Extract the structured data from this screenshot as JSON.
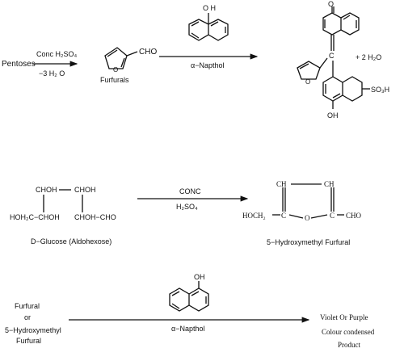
{
  "reaction1": {
    "reactant": "Pentoses",
    "reagent_top": "Conc H₂SO₄",
    "reagent_bottom": "−3 H₂ O",
    "intermediate_label": "Furfurals",
    "intermediate_group": "CHO",
    "second_reagent": "α−Napthol",
    "naphthol_oh": "O H",
    "product_ketone": "O",
    "product_carbon": "C",
    "product_oh": "OH",
    "product_sulfonate": "SO₃H",
    "byproduct": "+ 2 H₂O",
    "furan_o": "O"
  },
  "reaction2": {
    "row1_left": "CHOH",
    "row1_right": "CHOH",
    "row2_left": "HOH₂C−CHOH",
    "row2_right": "CHOH−CHO",
    "reactant_label": "D−Glucose (Aldohexose)",
    "reagent_top": "CONC",
    "reagent_bottom": "H₂SO₄",
    "product_ch_left": "CH",
    "product_ch_right": "CH",
    "product_hoch2": "HOCH₂",
    "product_c_left": "C",
    "product_o": "O",
    "product_c_right": "C",
    "product_cho": "CHO",
    "product_label": "5−Hydroxymethyl Furfural"
  },
  "reaction3": {
    "reactant_line1": "Furfural",
    "reactant_line2": "or",
    "reactant_line3": "5−Hydroxymethyl",
    "reactant_line4": "Furfural",
    "naphthol_oh": "OH",
    "reagent": "α−Napthol",
    "product_line1": "Violet Or Purple",
    "product_line2": "Colour condensed",
    "product_line3": "Product"
  }
}
